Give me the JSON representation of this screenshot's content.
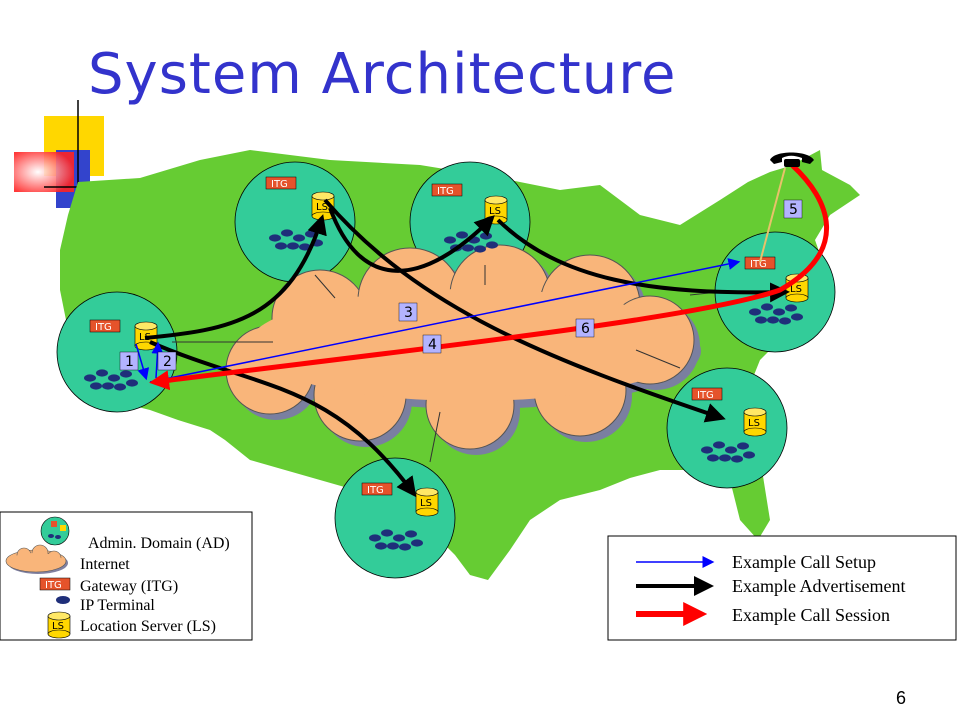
{
  "title": "System Architecture",
  "page_number": "6",
  "node_labels": {
    "itg": "ITG",
    "ls": "LS"
  },
  "steps": [
    "1",
    "2",
    "3",
    "4",
    "5",
    "6"
  ],
  "left_legend": {
    "admin_domain": "Admin. Domain (AD)",
    "internet": "Internet",
    "gateway": "Gateway (ITG)",
    "ip_terminal": "IP Terminal",
    "location_server": "Location Server (LS)"
  },
  "right_legend": {
    "call_setup": "Example Call Setup",
    "advertisement": "Example Advertisement",
    "call_session": "Example Call Session"
  },
  "colors": {
    "title": "#3333cc",
    "map": "#66cc33",
    "domain": "#33cc99",
    "cloud": "#f9b57a",
    "itg": "#e5532b",
    "ls": "#ffd700",
    "terminal": "#1f2f7a",
    "step_box": "#b3b3ff",
    "call_setup": "#0000ff",
    "advertisement": "#000000",
    "call_session": "#ff0000"
  }
}
